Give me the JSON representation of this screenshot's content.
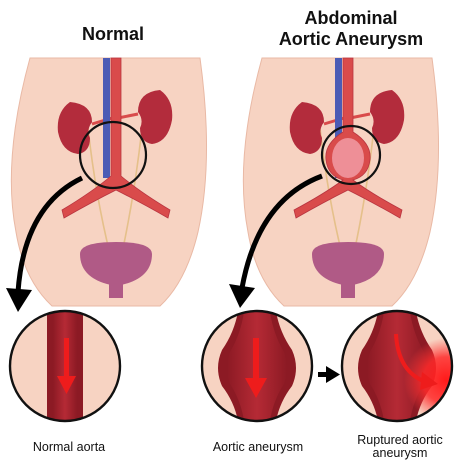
{
  "titles": {
    "normal": "Normal",
    "aneurysm_line1": "Abdominal",
    "aneurysm_line2": "Aortic Aneurysm"
  },
  "captions": {
    "normal_aorta": "Normal aorta",
    "aortic_aneurysm": "Aortic aneurysm",
    "ruptured_line1": "Ruptured aortic",
    "ruptured_line2": "aneurysm"
  },
  "colors": {
    "skin": "#f7d3c2",
    "skin_edge": "#e9b9a5",
    "artery": "#d94b4b",
    "artery_dark": "#9e1f2a",
    "vein": "#4b5bb5",
    "kidney": "#b32c3c",
    "bladder": "#b05a86",
    "blood_arrow": "#ee1c1c",
    "rupture_glow": "#ff2020"
  },
  "icons": [
    "pointer-arrow-icon",
    "progression-arrow-icon",
    "blood-flow-arrow-icon"
  ]
}
